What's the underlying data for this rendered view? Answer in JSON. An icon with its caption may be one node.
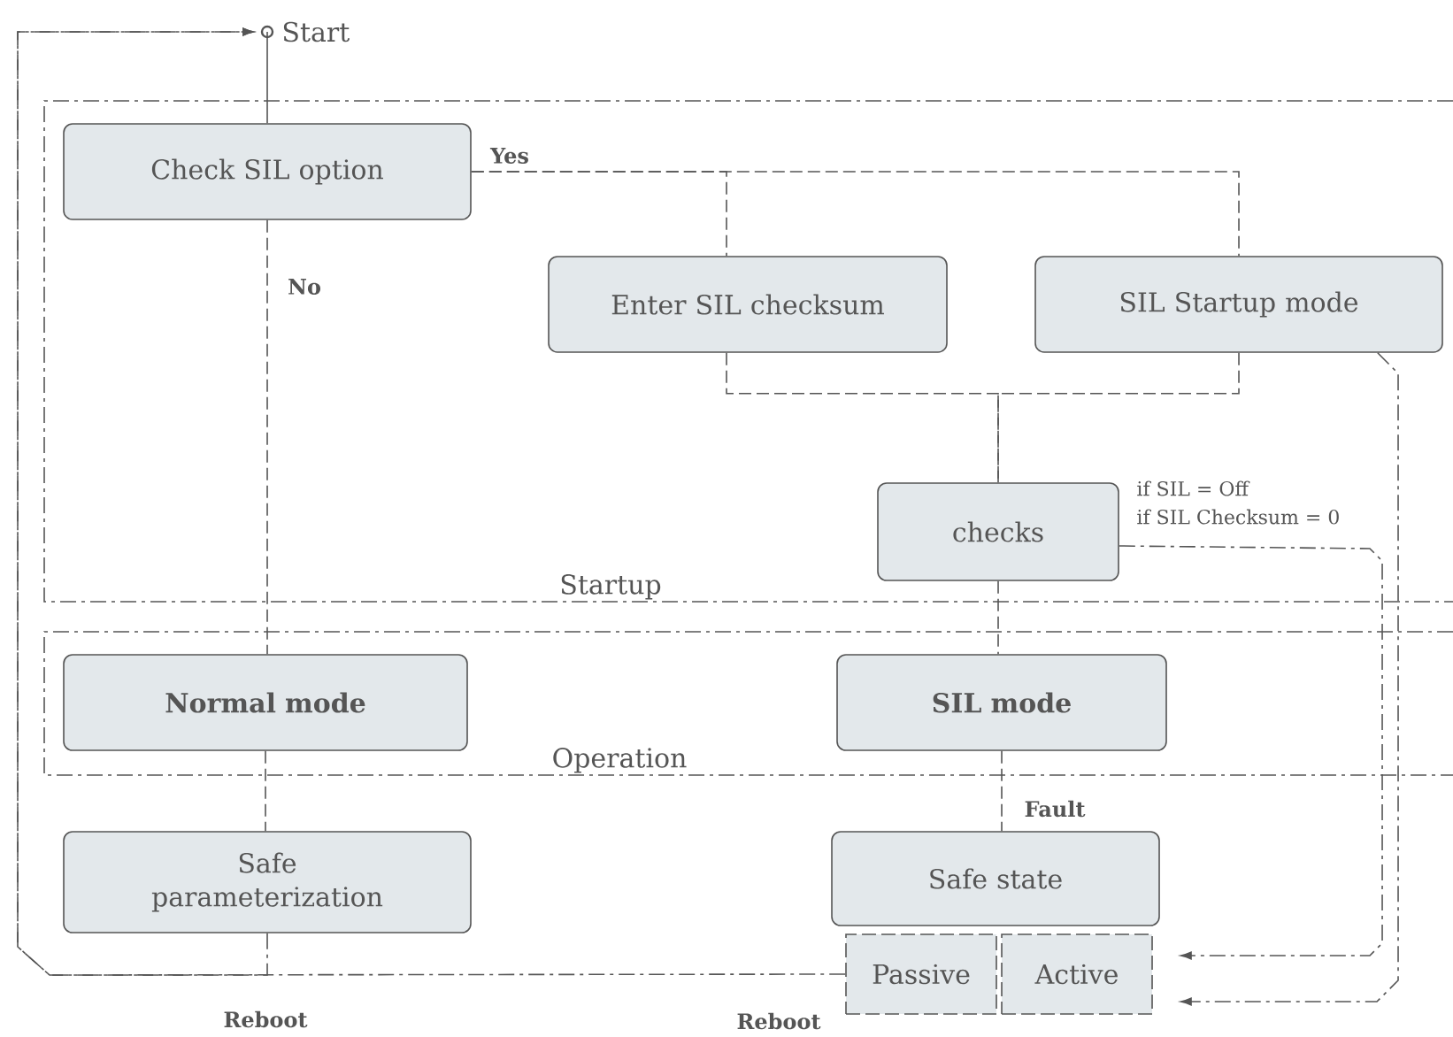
{
  "diagram": {
    "nodes": [
      {
        "text": [
          "Start"
        ]
      },
      {
        "text": [
          "Startup"
        ]
      },
      {
        "text": [
          "Check SIL option"
        ],
        "in": 1
      },
      {
        "text": [
          "Enter SIL checksum"
        ],
        "in": 1
      },
      {
        "text": [
          "SIL Startup mode"
        ],
        "in": 1
      },
      {
        "text": [
          "checks"
        ],
        "in": 1
      },
      {
        "text": [
          "Operation"
        ]
      },
      {
        "text": [
          "Normal mode"
        ],
        "in": 6
      },
      {
        "text": [
          "SIL mode"
        ],
        "in": 6
      },
      {
        "text": [
          "Safe parameterization"
        ]
      },
      {
        "text": [
          "Safe state"
        ]
      },
      {
        "text": [
          "Passive"
        ]
      },
      {
        "text": [
          "Active"
        ]
      }
    ],
    "edges": [
      {
        "from": 0,
        "to": 2,
        "arrow": "none"
      },
      {
        "from": 2,
        "to": 3,
        "arrow": "none",
        "label": "Yes",
        "style": "dashed"
      },
      {
        "from": 2,
        "to": 4,
        "arrow": "none",
        "style": "dashed"
      },
      {
        "from": 3,
        "to": 5,
        "arrow": "none",
        "style": "dashed"
      },
      {
        "from": 4,
        "to": 5,
        "arrow": "none",
        "style": "dashed"
      },
      {
        "from": 2,
        "to": 7,
        "arrow": "none",
        "label": "No",
        "style": "dashed"
      },
      {
        "from": 7,
        "to": 9,
        "arrow": "none",
        "style": "dashed"
      },
      {
        "from": 5,
        "to": 8,
        "arrow": "none",
        "style": "dashed"
      },
      {
        "from": 8,
        "to": 10,
        "arrow": "none",
        "label": "Fault",
        "style": "dashed"
      },
      {
        "from": 5,
        "to": 12,
        "arrow": "to",
        "style": "dashed"
      },
      {
        "from": 4,
        "to": 12,
        "arrow": "to",
        "style": "dashed"
      },
      {
        "from": 11,
        "to": 0,
        "arrow": "to",
        "label": "Reboot",
        "style": "dashed"
      },
      {
        "from": 9,
        "to": 0,
        "arrow": "to",
        "label": "Reboot",
        "style": "dashed"
      }
    ],
    "labels": [
      "if SIL = Off",
      "if SIL Checksum = 0"
    ]
  }
}
